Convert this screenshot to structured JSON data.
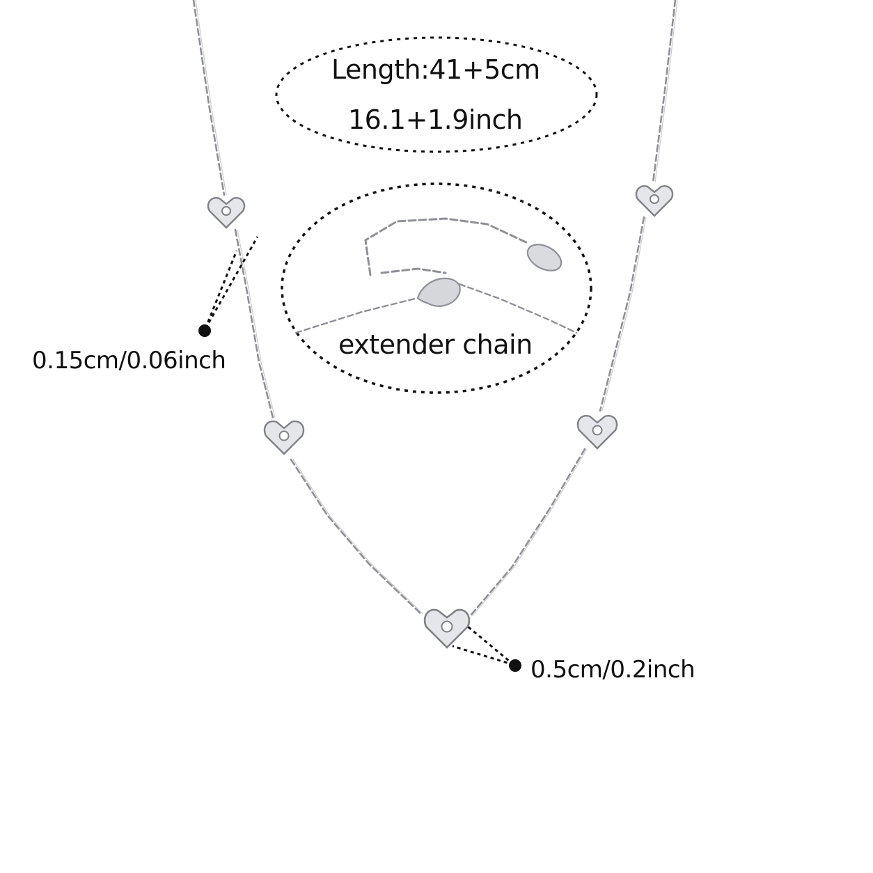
{
  "labels": {
    "length_line1": "Length:41+5cm",
    "length_line2": "16.1+1.9inch",
    "extender": "extender  chain",
    "chain_width": "0.15cm/0.06inch",
    "charm_size": "0.5cm/0.2inch"
  },
  "colors": {
    "background": "#ffffff",
    "metal": "#c9cbcf",
    "metal_dark": "#8e9096",
    "annotation": "#111111"
  },
  "image_subject": {
    "item": "necklace",
    "charm_shape": "heart-icon",
    "charm_count": 5
  }
}
